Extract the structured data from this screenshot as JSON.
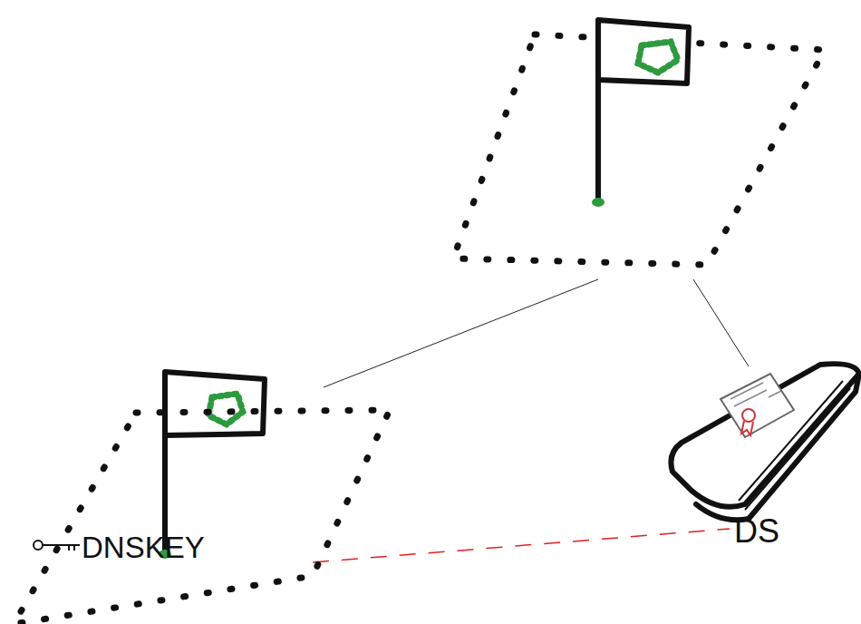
{
  "diagram": {
    "nodes": [
      {
        "text": [
          "DNSKEY"
        ]
      },
      {
        "text": [
          "DS"
        ]
      }
    ],
    "edges": [
      {
        "from": 0,
        "to": 1,
        "arrow": "none"
      }
    ]
  }
}
